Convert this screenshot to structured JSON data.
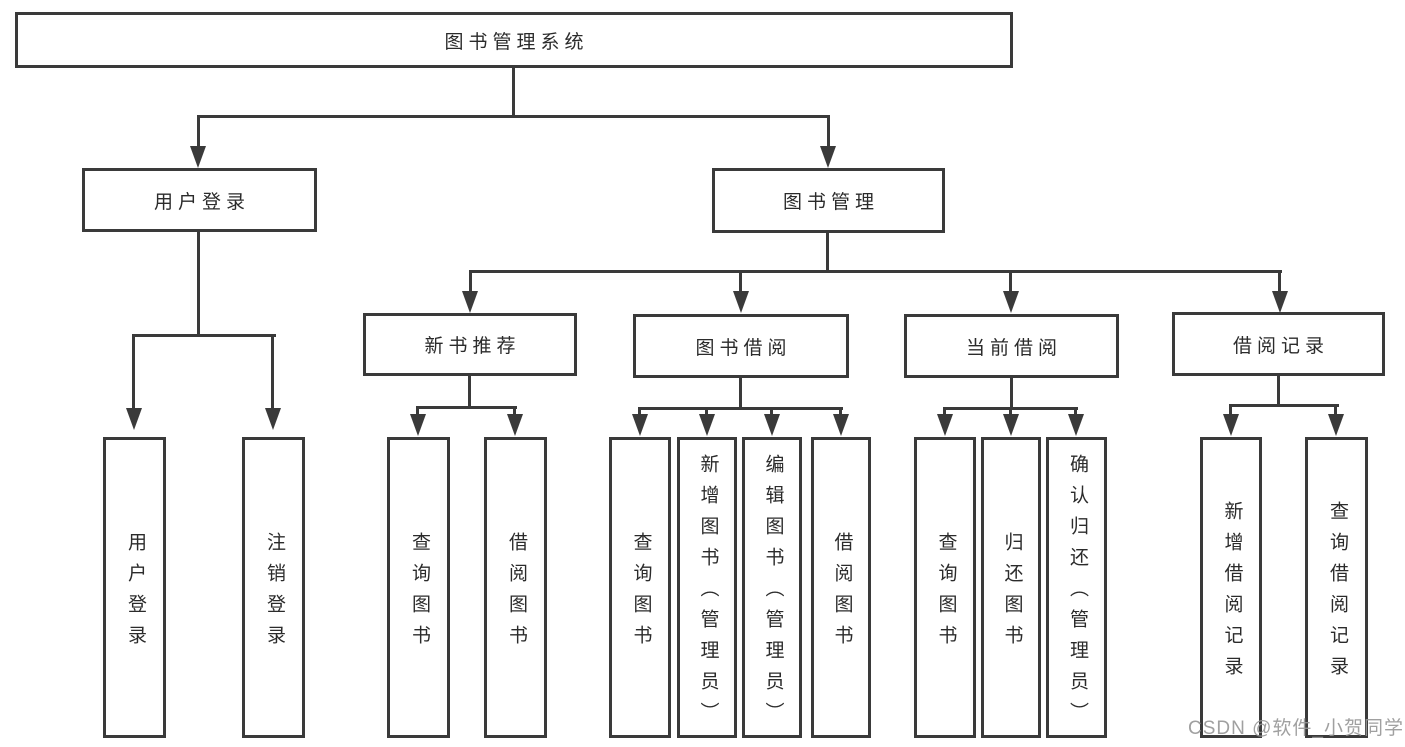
{
  "tree": {
    "label": "图书管理系统",
    "children": [
      {
        "label": "用户登录",
        "children": [
          {
            "label": "用户登录"
          },
          {
            "label": "注销登录"
          }
        ]
      },
      {
        "label": "图书管理",
        "children": [
          {
            "label": "新书推荐",
            "children": [
              {
                "label": "查询图书"
              },
              {
                "label": "借阅图书"
              }
            ]
          },
          {
            "label": "图书借阅",
            "children": [
              {
                "label": "查询图书"
              },
              {
                "label": "新增图书（管理员）"
              },
              {
                "label": "编辑图书（管理员）"
              },
              {
                "label": "借阅图书"
              }
            ]
          },
          {
            "label": "当前借阅",
            "children": [
              {
                "label": "查询图书"
              },
              {
                "label": "归还图书"
              },
              {
                "label": "确认归还（管理员）"
              }
            ]
          },
          {
            "label": "借阅记录",
            "children": [
              {
                "label": "新增借阅记录"
              },
              {
                "label": "查询借阅记录"
              }
            ]
          }
        ]
      }
    ]
  },
  "watermark": {
    "text": "CSDN @软件_小贺同学"
  },
  "colors": {
    "background": "#ffffff",
    "line": "#3a3a3a",
    "box_border": "#3a3a3a",
    "box_fill": "#ffffff",
    "text": "#2b2b2b",
    "watermark": "#969696"
  }
}
